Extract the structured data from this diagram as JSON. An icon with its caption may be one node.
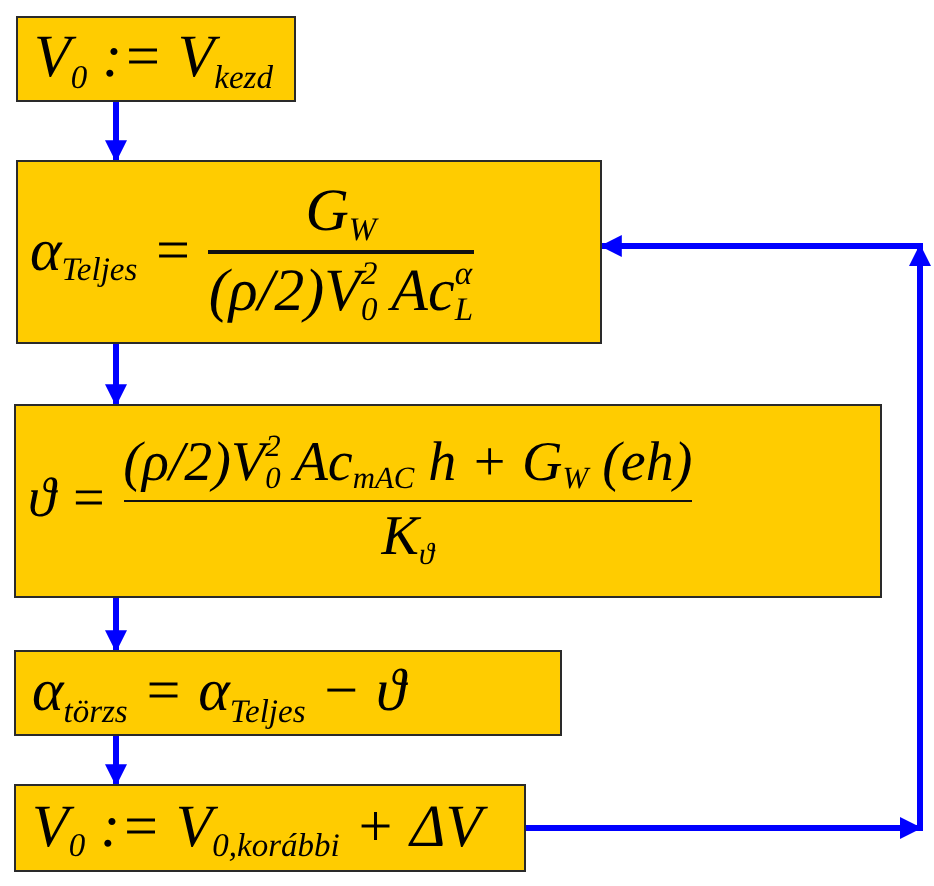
{
  "diagram": {
    "nodes": [
      {
        "text": [
          "V$_{0}$ := V$_{kezd}$"
        ]
      },
      {
        "text": [
          "α$_{Teljes}$ =",
          "G$_{W}$",
          "(ρ/2)V$_{0}$$^{2}$ Ac$_{L}$$^{α}$"
        ]
      },
      {
        "text": [
          "ϑ =",
          "(ρ/2)V$_{0}$$^{2}$ Ac$_{mAC}$ h + G$_{W}$ (eh)",
          "K$_{ϑ}$"
        ]
      },
      {
        "text": [
          "α$_{törzs}$ = α$_{Teljes}$ − ϑ"
        ]
      },
      {
        "text": [
          "V$_{0}$ := V$_{0,korábbi}$ + ΔV"
        ]
      }
    ],
    "edges": [
      {
        "from": 0,
        "to": 1,
        "arrow": "to"
      },
      {
        "from": 1,
        "to": 2,
        "arrow": "to"
      },
      {
        "from": 2,
        "to": 3,
        "arrow": "to"
      },
      {
        "from": 3,
        "to": 4,
        "arrow": "to"
      },
      {
        "from": 4,
        "to": 1,
        "arrow": "to"
      }
    ]
  }
}
